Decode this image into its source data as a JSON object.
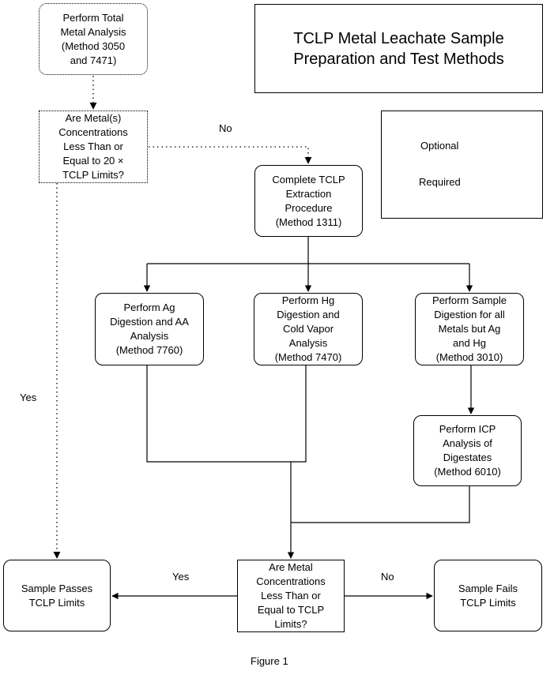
{
  "title": {
    "line1": "TCLP Metal Leachate Sample",
    "line2": "Preparation and Test Methods"
  },
  "legend": {
    "optional": "Optional",
    "required": "Required"
  },
  "nodes": {
    "total_metal": [
      "Perform Total",
      "Metal Analysis",
      "(Method 3050",
      "and 7471)"
    ],
    "metal_question": [
      "Are Metal(s)",
      "Concentrations",
      "Less Than or",
      "Equal to 20 ×",
      "TCLP Limits?"
    ],
    "extraction": [
      "Complete TCLP",
      "Extraction",
      "Procedure",
      "(Method 1311)"
    ],
    "ag_digestion": [
      "Perform Ag",
      "Digestion and AA",
      "Analysis",
      "(Method 7760)"
    ],
    "hg_digestion": [
      "Perform Hg",
      "Digestion and",
      "Cold Vapor",
      "Analysis",
      "(Method 7470)"
    ],
    "sample_digestion": [
      "Perform Sample",
      "Digestion for all",
      "Metals but Ag",
      "and Hg",
      "(Method 3010)"
    ],
    "icp_analysis": [
      "Perform ICP",
      "Analysis of",
      "Digestates",
      "(Method 6010)"
    ],
    "final_question": [
      "Are Metal",
      "Concentrations",
      "Less Than or",
      "Equal to TCLP",
      "Limits?"
    ],
    "passes": [
      "Sample Passes",
      "TCLP Limits"
    ],
    "fails": [
      "Sample Fails",
      "TCLP Limits"
    ]
  },
  "edge_labels": {
    "no_top": "No",
    "yes_left": "Yes",
    "yes_bottom": "Yes",
    "no_bottom": "No"
  },
  "caption": "Figure 1"
}
